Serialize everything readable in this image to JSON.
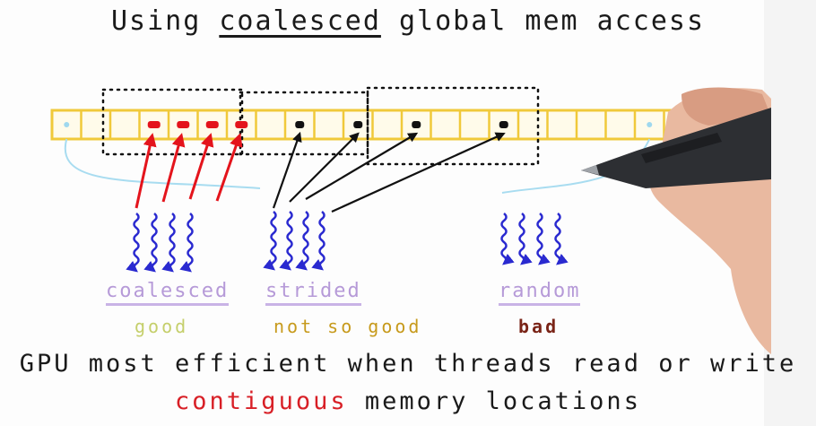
{
  "title": {
    "prefix": "Using",
    "emphasis": "coalesced",
    "suffix": "global mem access"
  },
  "patterns": [
    {
      "label": "coalesced",
      "quality": "good",
      "label_color": "#b69ad8",
      "quality_color": "#c5cf6b"
    },
    {
      "label": "strided",
      "quality": "not so good",
      "label_color": "#b69ad8",
      "quality_color": "#c79a1c"
    },
    {
      "label": "random",
      "quality": "bad",
      "label_color": "#b69ad8",
      "quality_color": "#7a2417"
    }
  ],
  "caption": {
    "line1": "GPU most efficient when threads read or write",
    "line2_highlight": "contiguous",
    "line2_rest": "memory locations"
  },
  "colors": {
    "memory_bar": "#f0c93a",
    "coalesced_access": "#e4141c",
    "thread_arrow": "#2a2ad0",
    "address_mark": "#111111",
    "highlight_text": "#d81f26"
  },
  "memory": {
    "cells": 22,
    "coalesced_marks": [
      3,
      4,
      5,
      6
    ],
    "strided_marks": [
      8,
      10,
      12,
      15
    ]
  }
}
